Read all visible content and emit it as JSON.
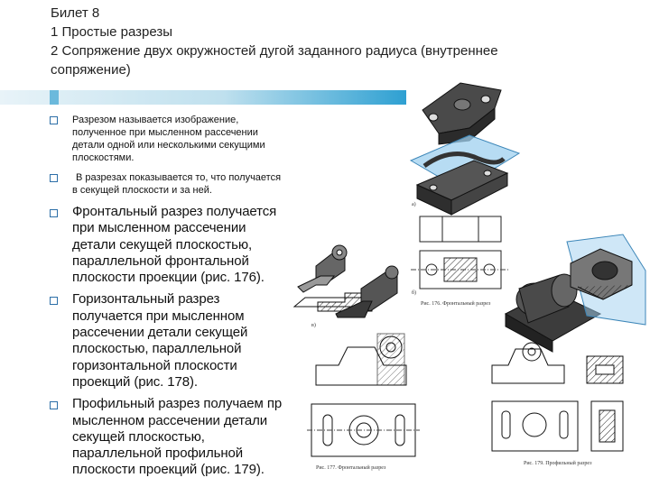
{
  "header": {
    "ticket": "Билет 8",
    "question1": "1 Простые разрезы",
    "question2_line1": "2 Сопряжение двух окружностей дугой заданного радиуса (внутреннее",
    "question2_line2": "сопряжение)"
  },
  "bullets": [
    {
      "id": "definition",
      "lines": [
        "Разрезом называется изображение,",
        "полученное при мысленном рассечении",
        "детали одной или несколькими секущими",
        "плоскостями."
      ]
    },
    {
      "id": "shows",
      "lines": [
        "В разрезах показывается то, что получается",
        "в секущей плоскости и за ней."
      ]
    },
    {
      "id": "frontal",
      "lines": [
        "Фронтальный разрез получается",
        "при мысленном рассечении",
        "детали секущей плоскостью,",
        "параллельной фронтальной",
        "плоскости проекции (рис. 176)."
      ]
    },
    {
      "id": "horizontal",
      "lines": [
        "Горизонтальный разрез",
        "получается при мысленном",
        "рассечении детали секущей",
        "плоскостью, параллельной",
        "горизонтальной плоскости",
        "проекций (рис. 178)."
      ]
    },
    {
      "id": "profile",
      "lines": [
        "Профильный разрез получаем пр",
        "мысленном рассечении детали",
        "секущей плоскостью,",
        "параллельной профильной",
        "плоскости проекций (рис. 179)."
      ]
    }
  ],
  "figures": {
    "fig176_caption": "Рис. 176. Фронтальный разрез",
    "fig177_caption": "Рис. 177. Фронтальный разрез",
    "fig179_caption": "Рис. 179. Профильный разрез",
    "label_a": "а)",
    "label_b": "б)",
    "label_v": "в)"
  },
  "colors": {
    "accent": "#2ea0d2",
    "bullet_border": "#2d6fa8",
    "plane": "#9fd0ef"
  }
}
